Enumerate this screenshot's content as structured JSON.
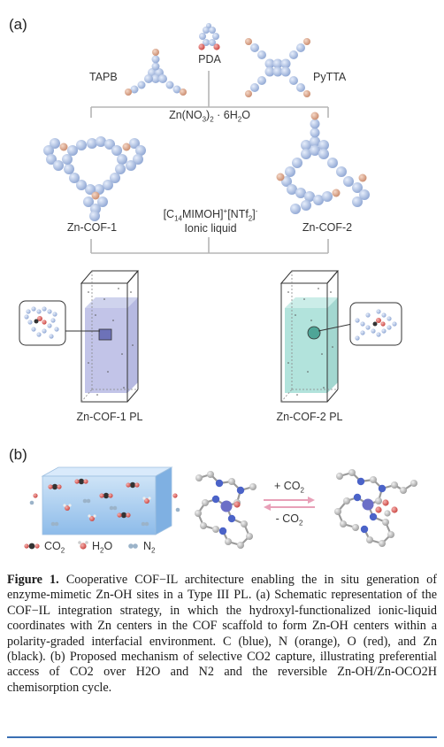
{
  "panel_a": {
    "label": "(a)",
    "precursors": {
      "tapb": "TAPB",
      "pda": "PDA",
      "pytta": "PyTTA"
    },
    "zinc_salt": "Zn(NO3)2 · 6H2O",
    "cofs": {
      "cof1": "Zn-COF-1",
      "cof2": "Zn-COF-2"
    },
    "ionic_liquid_formula": "[C14MIMOH]+[NTf2]-",
    "ionic_liquid_label": "Ionic liquid",
    "pls": {
      "pl1": "Zn-COF-1 PL",
      "pl2": "Zn-COF-2 PL"
    }
  },
  "panel_b": {
    "label": "(b)",
    "legend": {
      "co2": "CO2",
      "h2o": "H2O",
      "n2": "N2"
    },
    "arrow_forward": "+ CO2",
    "arrow_backward": "- CO2"
  },
  "caption": {
    "heading": "Figure 1.",
    "text": "Cooperative COF−IL architecture enabling the in situ generation of enzyme-mimetic Zn-OH sites in a Type III PL. (a) Schematic representation of the COF−IL integration strategy, in which the hydroxyl-functionalized ionic-liquid coordinates with Zn centers in the COF scaffold to form Zn-OH centers within a polarity-graded interfacial environment. C (blue), N (orange), O (red), and Zn (black). (b) Proposed mechanism of selective CO2 capture, illustrating preferential access of CO2 over H2O and N2 and the reversible Zn-OH/Zn-OCO2H chemisorption cycle."
  },
  "colors": {
    "carbon": "#9fb6de",
    "nitrogen": "#d9a085",
    "oxygen": "#d9534f",
    "zinc": "#333333",
    "pl1_fill": "#8f93d6",
    "pl2_fill": "#7fd0c4",
    "arrow": "#e8a0b8",
    "rule": "#3a6fb3"
  }
}
